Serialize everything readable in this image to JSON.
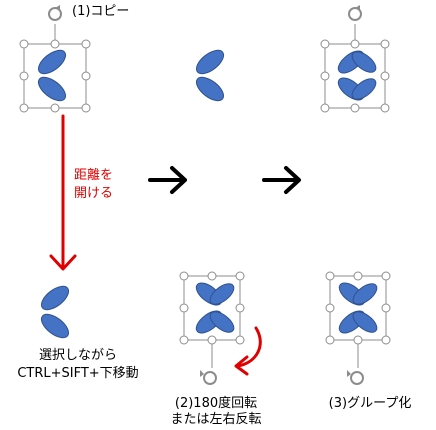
{
  "labels": {
    "step1": "(1)コピー",
    "distance_line1": "距離を",
    "distance_line2": "開ける",
    "select_line1": "選択しながら",
    "select_line2": "CTRL+SIFT+下移動",
    "step2_line1": "(2)180度回転",
    "step2_line2": "または左右反転",
    "step3": "(3)グループ化"
  },
  "colors": {
    "ellipse_fill": "#4472c4",
    "ellipse_stroke": "#2f528f",
    "handle_stroke": "#8c8c8c",
    "arrow_red": "#e00000",
    "arrow_black": "#000000"
  }
}
